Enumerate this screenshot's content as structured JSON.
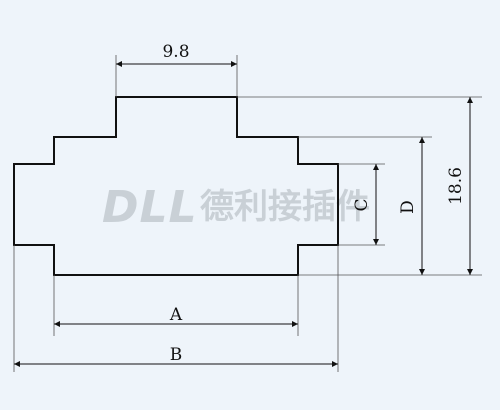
{
  "drawing": {
    "dimensions": {
      "top_width": "9.8",
      "overall_height": "18.6",
      "dim_a": "A",
      "dim_b": "B",
      "dim_c": "C",
      "dim_d": "D"
    },
    "watermark": {
      "latin": "DLL",
      "cjk": "德利接插件"
    },
    "colors": {
      "background": "#eef4fa",
      "outline": "#111111",
      "watermark": "#c9d0d6"
    }
  }
}
